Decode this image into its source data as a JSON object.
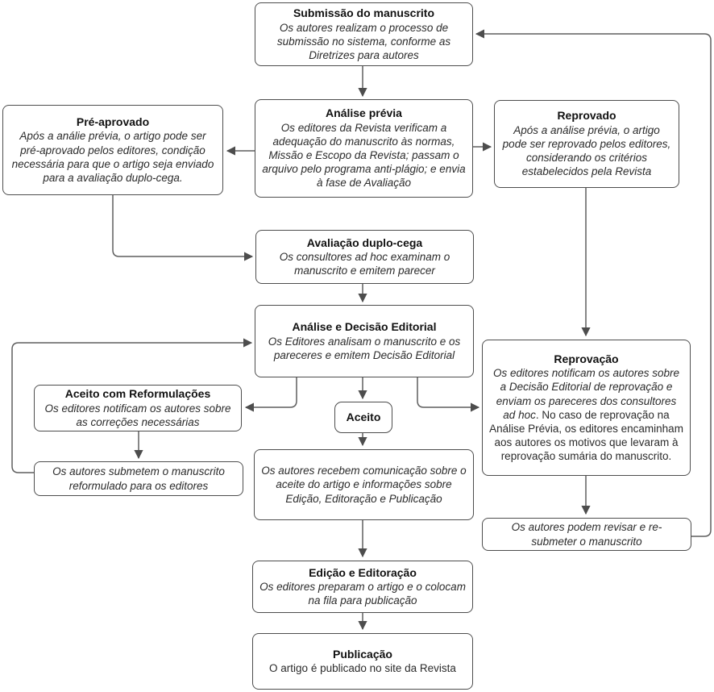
{
  "diagram": {
    "type": "flowchart",
    "language": "pt-BR",
    "colors": {
      "box_border": "#4d4d4d",
      "line": "#5f5f5f",
      "arrowhead": "#4d4d4d",
      "background": "#ffffff",
      "text": "#1a1a1a"
    },
    "nodes": {
      "submissao": {
        "title": "Submissão do manuscrito",
        "body": "Os autores realizam o processo de submissão no sistema, conforme as Diretrizes para autores"
      },
      "analise_previa": {
        "title": "Análise prévia",
        "body": "Os editores da Revista verificam a adequação do manuscrito às normas, Missão e Escopo da Revista; passam o arquivo pelo programa anti-plágio; e envia à fase de Avaliação"
      },
      "pre_aprovado": {
        "title": "Pré-aprovado",
        "body": "Após a análie prévia, o artigo pode ser pré-aprovado pelos editores, condição necessária para que o artigo seja enviado para a avaliação duplo-cega."
      },
      "reprovado": {
        "title": "Reprovado",
        "body": "Após a análise prévia, o artigo pode ser reprovado pelos editores, considerando os critérios estabelecidos pela Revista"
      },
      "avaliacao": {
        "title": "Avaliação duplo-cega",
        "body": "Os consultores ad hoc examinam o manuscrito e emitem parecer"
      },
      "analise_decisao": {
        "title": "Análise e Decisão Editorial",
        "body": "Os Editores analisam o manuscrito e os pareceres e emitem Decisão Editorial"
      },
      "aceito_reformulacoes": {
        "title": "Aceito com Reformulações",
        "body": "Os editores notificam os autores sobre as correções necessárias"
      },
      "autores_submetem": {
        "body": "Os autores submetem o manuscrito reformulado para os editores"
      },
      "aceito": {
        "title": "Aceito"
      },
      "autores_recebem": {
        "body": "Os autores recebem comunicação sobre o aceite do artigo e informações sobre Edição, Editoração e Publicação"
      },
      "reprovacao": {
        "title": "Reprovação",
        "body_italic": "Os editores notificam os autores sobre a Decisão Editorial de reprovação e enviam os pareceres dos consultores ad hoc",
        "body_regular": ". No caso de reprovação na Análise Prévia, os editores encaminham aos autores os motivos que levaram à reprovação sumária do manuscrito."
      },
      "autores_revisar": {
        "body": "Os autores podem revisar e re-submeter o manuscrito"
      },
      "edicao": {
        "title": "Edição e Editoração",
        "body": "Os editores preparam o artigo e o colocam na fila para publicação"
      },
      "publicacao": {
        "title": "Publicação",
        "body": "O artigo é publicado no site da Revista"
      }
    }
  }
}
